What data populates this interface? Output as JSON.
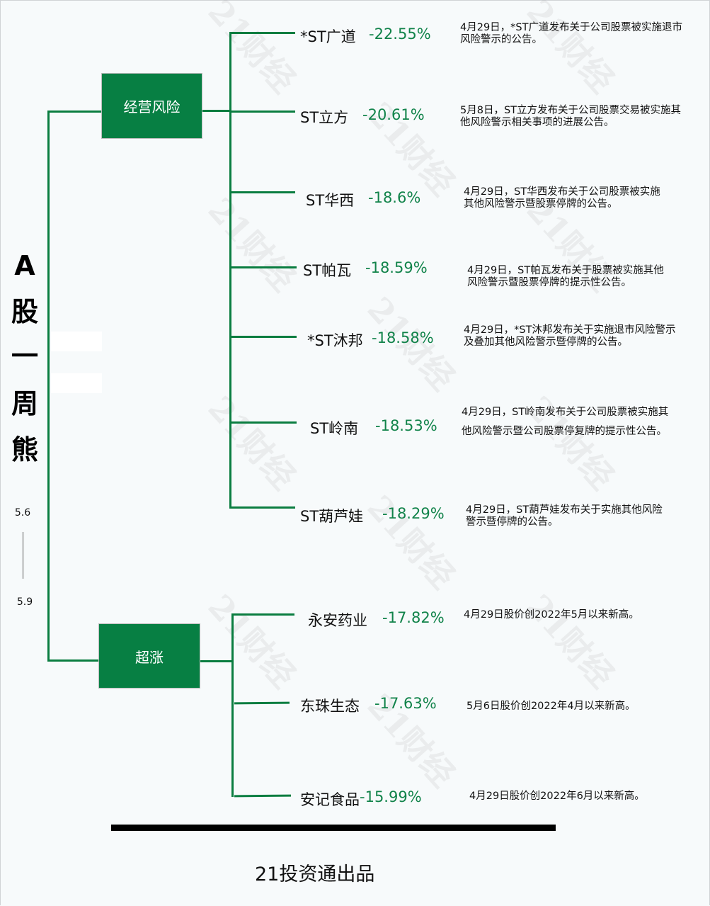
{
  "title": {
    "chars": [
      "A",
      "股",
      "一",
      "周",
      "熊"
    ]
  },
  "date_range": {
    "start": "5.6",
    "end": "5.9"
  },
  "categories": [
    {
      "label": "经营风险"
    },
    {
      "label": "超涨"
    }
  ],
  "stocks": [
    {
      "name": "*ST广道",
      "change": "-22.55%",
      "note": "4月29日，*ST广道发布关于公司股票被实施退市风险警示的公告。"
    },
    {
      "name": "ST立方",
      "change": "-20.61%",
      "note": "5月8日，ST立方发布关于公司股票交易被实施其他风险警示相关事项的进展公告。"
    },
    {
      "name": "ST华西",
      "change": "-18.6%",
      "note": "4月29日，ST华西发布关于公司股票被实施其他风险警示暨股票停牌的公告。"
    },
    {
      "name": "ST帕瓦",
      "change": "-18.59%",
      "note": "4月29日，ST帕瓦发布关于股票被实施其他风险警示暨股票停牌的提示性公告。"
    },
    {
      "name": "*ST沐邦",
      "change": "-18.58%",
      "note": "4月29日，*ST沐邦发布关于实施退市风险警示及叠加其他风险警示暨停牌的公告。"
    },
    {
      "name": "ST岭南",
      "change": "-18.53%",
      "note": "4月29日，ST岭南发布关于公司股票被实施其他风险警示暨公司股票停复牌的提示性公告。"
    },
    {
      "name": "ST葫芦娃",
      "change": "-18.29%",
      "note": "4月29日，ST葫芦娃发布关于实施其他风险警示暨停牌的公告。"
    },
    {
      "name": "永安药业",
      "change": "-17.82%",
      "note": "4月29日股价创2022年5月以来新高。"
    },
    {
      "name": "东珠生态",
      "change": "-17.63%",
      "note": "5月6日股价创2022年4月以来新高。"
    },
    {
      "name": "安记食品",
      "change": "-15.99%",
      "note": "4月29日股价创2022年6月以来新高。"
    }
  ],
  "watermark": "21财经",
  "footer": "21投资通出品",
  "colors": {
    "accent": "#077f43",
    "percent": "#11834a",
    "background": "#f7fafb"
  }
}
